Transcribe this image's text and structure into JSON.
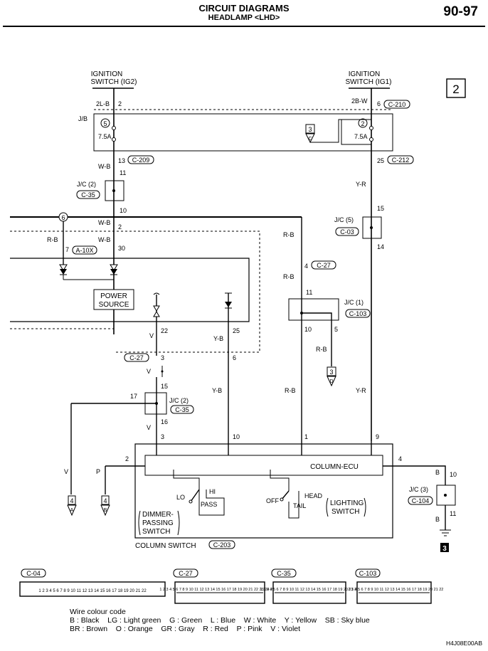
{
  "header": {
    "title": "CIRCUIT DIAGRAMS",
    "subtitle": "HEADLAMP <LHD>",
    "page_number": "90-97"
  },
  "sheet_box": "2",
  "ignition_ig2": {
    "line1": "IGNITION",
    "line2": "SWITCH (IG2)",
    "pin": "2",
    "wire": "2L-B"
  },
  "ignition_ig1": {
    "line1": "IGNITION",
    "line2": "SWITCH (IG1)",
    "pin": "6",
    "wire": "2B-W",
    "connector": "C-210"
  },
  "jb": {
    "label": "J/B",
    "fuse5": {
      "num": "5",
      "rating": "7.5A"
    },
    "fuse2": {
      "num": "2",
      "rating": "7.5A"
    },
    "left_out_pin": "13",
    "left_out_conn": "C-209",
    "right_out_pin": "25",
    "right_out_conn": "C-212",
    "ref_top": "3",
    "ref_bot": "C"
  },
  "jc2_top": {
    "label": "J/C (2)",
    "conn": "C-35",
    "pin_in": "11",
    "pin_out": "10",
    "wire_in": "W-B"
  },
  "jc5": {
    "label": "J/C (5)",
    "conn": "C-03",
    "pin_in": "15",
    "pin_out": "14",
    "wire": "Y-R"
  },
  "bus": {
    "splice": "6",
    "wire_left": "R-B",
    "wire_mid": "W-B",
    "pin_mid": "2",
    "pin_left": "7",
    "conn_left": "A-10X",
    "pin_30": "30",
    "wire_30": "W-B"
  },
  "power_source": {
    "line1": "POWER",
    "line2": "SOURCE"
  },
  "rb_line": {
    "wire": "R-B",
    "pin": "4",
    "conn": "C-27",
    "wire2": "R-B"
  },
  "jc1": {
    "label": "J/C (1)",
    "conn": "C-103",
    "pin_in": "11",
    "pin_out_l": "10",
    "pin_out_r": "5",
    "wire_out": "R-B",
    "ref_top": "3",
    "ref_bot": "D"
  },
  "lower_left": {
    "wire_v": "V",
    "pin22": "22",
    "wire_yb": "Y-B",
    "pin25": "25",
    "conn_c27": "C-27",
    "pin3": "3",
    "pin6": "6",
    "wire_v2": "V",
    "wire_yb2": "Y-B"
  },
  "jc2_bot": {
    "label": "J/C (2)",
    "conn": "C-35",
    "pin_left": "17",
    "pin_in": "15",
    "pin_out": "16",
    "wire": "V"
  },
  "column_ecu": {
    "label": "COLUMN-ECU",
    "pins": [
      "3",
      "10",
      "1",
      "9"
    ],
    "wires_above": [
      "R-B",
      "Y-R"
    ],
    "pin_left": "2",
    "pin_right": "4"
  },
  "dimmer": {
    "lo": "LO",
    "hi": "HI",
    "pass": "PASS",
    "name1": "DIMMER-",
    "name2": "PASSING",
    "name3": "SWITCH"
  },
  "lighting": {
    "off": "OFF",
    "head": "HEAD",
    "tail": "TAIL",
    "name1": "LIGHTING",
    "name2": "SWITCH"
  },
  "column_switch": {
    "label": "COLUMN SWITCH",
    "conn": "C-203"
  },
  "left_refs": [
    {
      "wire": "V",
      "top": "4",
      "bot": "A"
    },
    {
      "wire": "P",
      "top": "4",
      "bot": "B"
    }
  ],
  "jc3": {
    "label": "J/C (3)",
    "conn": "C-104",
    "wire": "B",
    "pin_in": "10",
    "pin_out": "11",
    "wire2": "B",
    "ground": "3"
  },
  "connectors_bottom": [
    {
      "name": "C-04",
      "pins": "1 2 3 4 5 6 7 8 9 10 11 12 13 14 15 16 17 18 19 20 21 22"
    },
    {
      "name": "C-27",
      "pins": "1 2 3 4 5 6 7 8 9 10 11 12 13 14 15 16 17 18 19 20 21 22 23 24 25 26"
    },
    {
      "name": "C-35",
      "pins": "1 2 3 4 5 6 7 8 9 10 11 12 13 14 15 16 17 18 19 20 21 22"
    },
    {
      "name": "C-103",
      "pins": "1 2 3 4 5 6 7 8 9 10 11 12 13 14 15 16 17 18 19 20 21 22"
    }
  ],
  "legend": {
    "title": "Wire colour code",
    "line1": "B : Black    LG : Light green    G : Green    L : Blue    W : White    Y : Yellow    SB : Sky blue",
    "line2": "BR : Brown    O : Orange    GR : Gray    R : Red    P : Pink    V : Violet"
  },
  "footer_code": "H4J08E00AB"
}
